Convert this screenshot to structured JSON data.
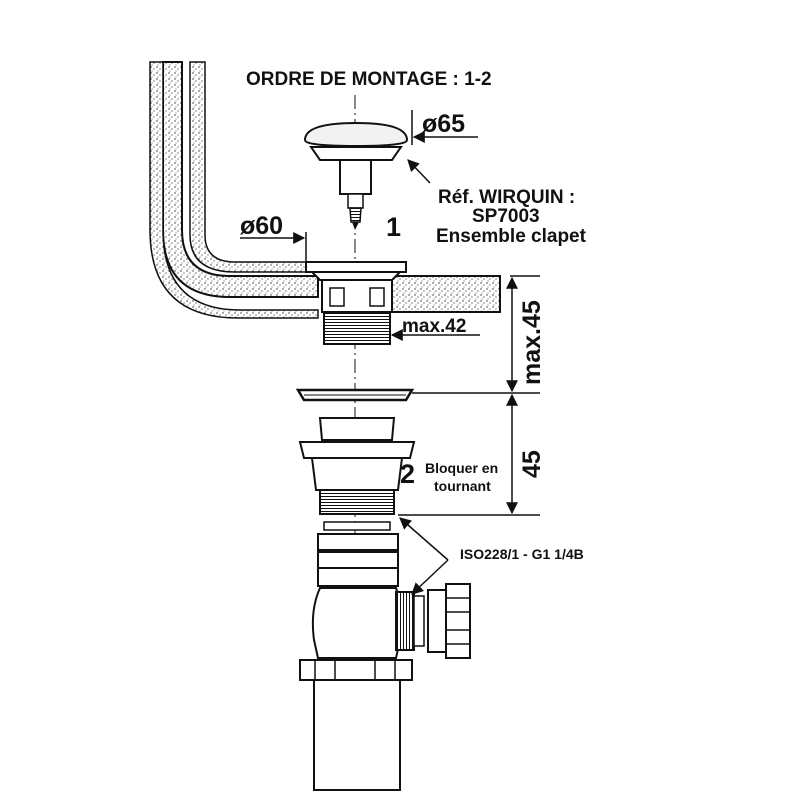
{
  "title": "ORDRE DE MONTAGE : 1-2",
  "labels": {
    "cap_diameter": "ø65",
    "flange_diameter": "ø60",
    "ref_line1": "Réf. WIRQUIN :",
    "ref_line2": "SP7003",
    "ref_line3": "Ensemble clapet",
    "step1": "1",
    "step2": "2",
    "max_thread": "max.42",
    "max_thickness": "max.45",
    "dim_45": "45",
    "lock_line1": "Bloquer en",
    "lock_line2": "tournant",
    "thread_spec": "ISO228/1 - G1 1/4B"
  },
  "colors": {
    "ink": "#111111",
    "paper": "#ffffff",
    "part_fill": "#f2f2f2"
  }
}
